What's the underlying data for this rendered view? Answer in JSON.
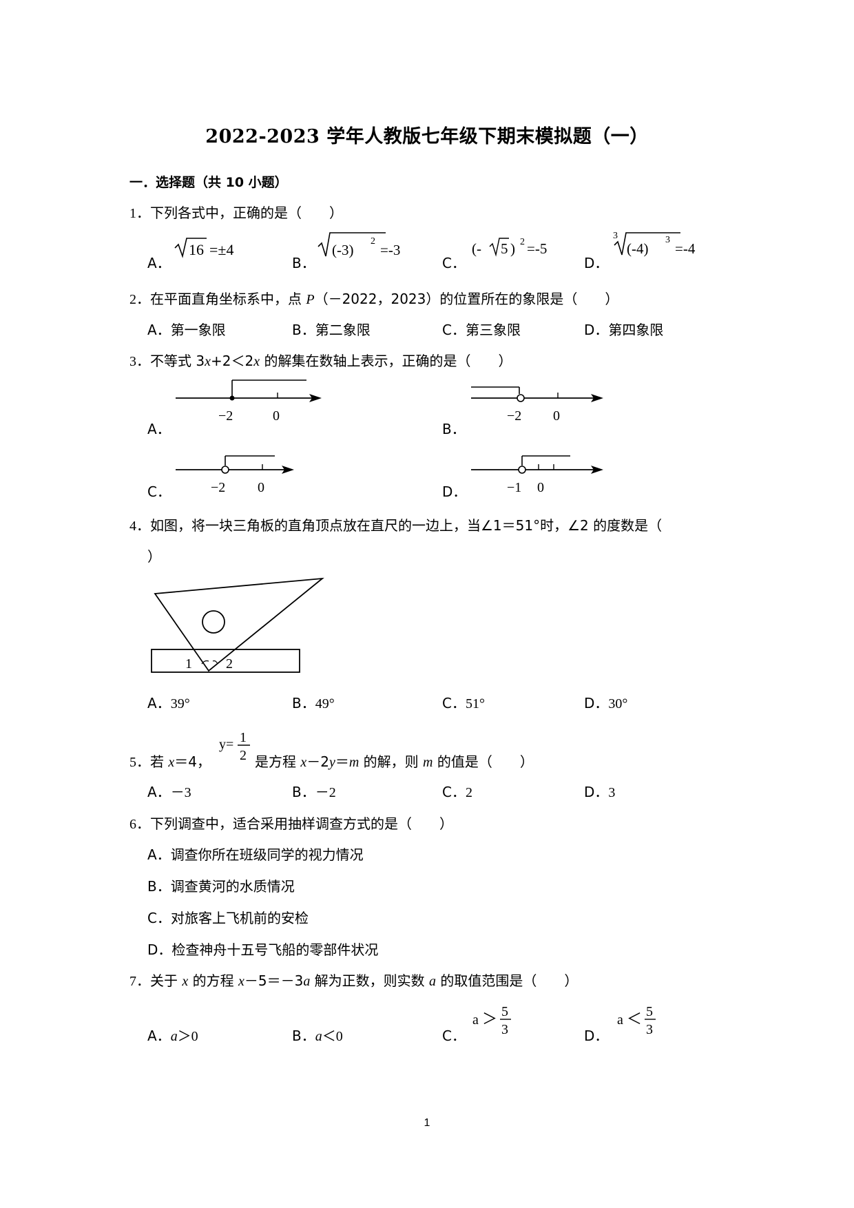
{
  "title": "2022-2023 学年人教版七年级下期末模拟题（一）",
  "section_heading": "一．选择题（共 10 小题）",
  "questions": [
    {
      "number": "1．",
      "text": "下列各式中，正确的是（　　）",
      "options": [
        {
          "label": "A．",
          "expr": "√16 =± 4"
        },
        {
          "label": "B．",
          "expr": "√(-3)² =-3"
        },
        {
          "label": "C．",
          "expr": "(-√5)² =-5"
        },
        {
          "label": "D．",
          "expr": "∛(-4)³ =-4"
        }
      ]
    },
    {
      "number": "2．",
      "text_pre": "在平面直角坐标系中，点 ",
      "var": "P",
      "text_post": "（－2022，2023）的位置所在的象限是（　　）",
      "options": [
        {
          "label": "A．",
          "text": "第一象限"
        },
        {
          "label": "B．",
          "text": "第二象限"
        },
        {
          "label": "C．",
          "text": "第三象限"
        },
        {
          "label": "D．",
          "text": "第四象限"
        }
      ]
    },
    {
      "number": "3．",
      "text_pre": "不等式 3",
      "text_x1": "x",
      "text_mid": "+2＜2",
      "text_x2": "x",
      "text_post": " 的解集在数轴上表示，正确的是（　　）",
      "options": [
        {
          "label": "A．",
          "ticks": [
            "−2",
            "0"
          ]
        },
        {
          "label": "B．",
          "ticks": [
            "−2",
            "0"
          ]
        },
        {
          "label": "C．",
          "ticks": [
            "−2",
            "0"
          ]
        },
        {
          "label": "D．",
          "ticks": [
            "−1",
            "0"
          ]
        }
      ]
    },
    {
      "number": "4．",
      "text": "如图，将一块三角板的直角顶点放在直尺的一边上，当∠1＝51°时，∠2 的度数是（",
      "text_cont": "）",
      "figure_labels": [
        "1",
        "2"
      ],
      "options": [
        {
          "label": "A．",
          "text": "39°"
        },
        {
          "label": "B．",
          "text": "49°"
        },
        {
          "label": "C．",
          "text": "51°"
        },
        {
          "label": "D．",
          "text": "30°"
        }
      ]
    },
    {
      "number": "5．",
      "text_pre": "若 ",
      "var_x": "x",
      "text_eq": "＝4，",
      "frac_lhs": "y=",
      "frac_num": "1",
      "frac_den": "2",
      "text_mid": "是方程 ",
      "eq_x": "x",
      "eq_op": "－2",
      "eq_y": "y",
      "eq_eq": "＝",
      "eq_m": "m",
      "text_mid2": " 的解，则 ",
      "var_m": "m",
      "text_post": " 的值是（　　）",
      "options": [
        {
          "label": "A．",
          "text": "－3"
        },
        {
          "label": "B．",
          "text": "－2"
        },
        {
          "label": "C．",
          "text": "2"
        },
        {
          "label": "D．",
          "text": "3"
        }
      ]
    },
    {
      "number": "6．",
      "text": "下列调查中，适合采用抽样调查方式的是（　　）",
      "options": [
        {
          "label": "A．",
          "text": "调查你所在班级同学的视力情况"
        },
        {
          "label": "B．",
          "text": "调查黄河的水质情况"
        },
        {
          "label": "C．",
          "text": "对旅客上飞机前的安检"
        },
        {
          "label": "D．",
          "text": "检查神舟十五号飞船的零部件状况"
        }
      ]
    },
    {
      "number": "7．",
      "text_pre": "关于 ",
      "var_x": "x",
      "text_mid": " 的方程 ",
      "eq_x": "x",
      "eq_rest": "－5＝－3",
      "eq_a": "a",
      "text_mid2": " 解为正数，则实数 ",
      "var_a": "a",
      "text_post": " 的取值范围是（　　）",
      "options": [
        {
          "label": "A．",
          "var": "a",
          "text": "＞0"
        },
        {
          "label": "B．",
          "var": "a",
          "text": "＜0"
        },
        {
          "label": "C．",
          "var": "a",
          "rel": "＞",
          "num": "5",
          "den": "3"
        },
        {
          "label": "D．",
          "var": "a",
          "rel": "＜",
          "num": "5",
          "den": "3"
        }
      ]
    }
  ],
  "page_number": "1"
}
